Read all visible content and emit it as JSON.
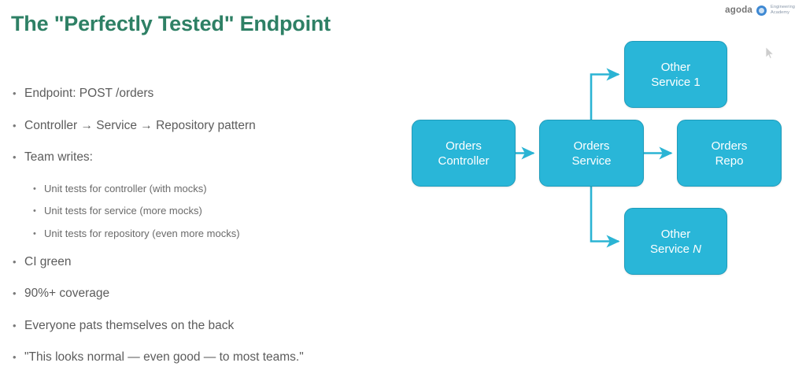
{
  "slide": {
    "title": "The \"Perfectly Tested\" Endpoint",
    "title_color": "#2e8065",
    "background_color": "#ffffff"
  },
  "bullets": [
    {
      "level": 1,
      "text": "Endpoint: POST /orders"
    },
    {
      "level": 1,
      "text": "Controller → Service → Repository pattern"
    },
    {
      "level": 1,
      "text": "Team writes:"
    },
    {
      "level": 2,
      "text": "Unit tests for controller (with mocks)"
    },
    {
      "level": 2,
      "text": "Unit tests for service (more mocks)"
    },
    {
      "level": 2,
      "text": "Unit tests for repository (even more mocks)"
    },
    {
      "level": 1,
      "text": "CI green"
    },
    {
      "level": 1,
      "text": "90%+ coverage"
    },
    {
      "level": 1,
      "text": "Everyone pats themselves on the back"
    },
    {
      "level": 1,
      "text": "\"This looks normal — even good — to most teams.\""
    }
  ],
  "bullet_glyph": "•",
  "diagram": {
    "node_fill_color": "#29b6d8",
    "node_border_color": "#1f9cbb",
    "node_text_color": "#ffffff",
    "edge_color": "#2bb4d4",
    "nodes": [
      {
        "id": "orders-controller",
        "line1": "Orders",
        "line2": "Controller"
      },
      {
        "id": "orders-service",
        "line1": "Orders",
        "line2": "Service"
      },
      {
        "id": "orders-repo",
        "line1": "Orders",
        "line2": "Repo"
      },
      {
        "id": "other-service-1",
        "line1": "Other",
        "line2": "Service 1"
      },
      {
        "id": "other-service-n",
        "line1": "Other",
        "line2_prefix": "Service ",
        "line2_italic": "N"
      }
    ],
    "edges": [
      {
        "from": "orders-controller",
        "to": "orders-service"
      },
      {
        "from": "orders-service",
        "to": "orders-repo"
      },
      {
        "from": "orders-service",
        "to": "other-service-1"
      },
      {
        "from": "orders-service",
        "to": "other-service-n"
      }
    ]
  },
  "logo": {
    "wordmark": "agoda",
    "badge_icon": "agoda-circle-icon",
    "sub_line1": "Engineering",
    "sub_line2": "Academy"
  },
  "cursor": {
    "icon": "mouse-pointer-icon"
  }
}
